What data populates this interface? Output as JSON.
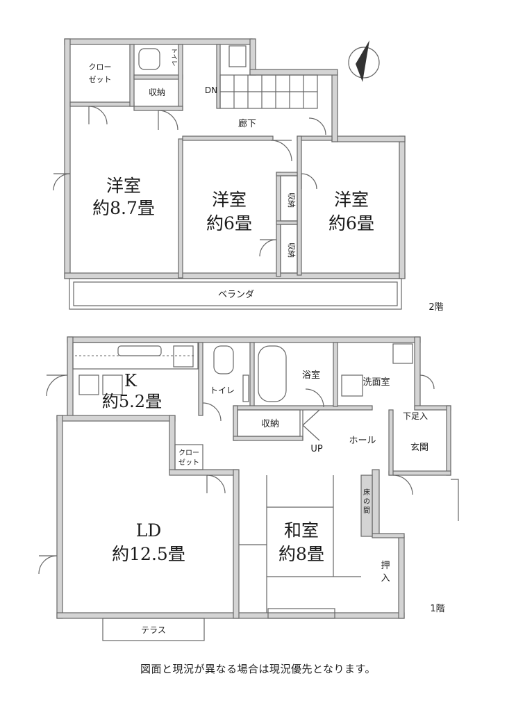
{
  "floor2": {
    "floor_label": "2階",
    "rooms": {
      "closet": [
        "クロー",
        "ゼット"
      ],
      "storage_top": "収納",
      "toilet": "トイレ",
      "down": "DN",
      "hallway": "廊下",
      "west_room": [
        "洋室",
        "約8.7畳"
      ],
      "middle_room": [
        "洋室",
        "約6畳"
      ],
      "east_room": [
        "洋室",
        "約6畳"
      ],
      "storage_mid_upper": "収納",
      "storage_mid_lower": "収納",
      "veranda": "ベランダ"
    }
  },
  "floor1": {
    "floor_label": "1階",
    "rooms": {
      "kitchen": [
        "K",
        "約5.2畳"
      ],
      "toilet": "トイレ",
      "bath": "浴室",
      "washroom": "洗面室",
      "storage": "収納",
      "shoe_storage": "下足入",
      "closet": [
        "クロー",
        "ゼット"
      ],
      "up": "UP",
      "hall": "ホール",
      "entrance": "玄関",
      "alcove": [
        "床",
        "の",
        "間"
      ],
      "living_dining": [
        "LD",
        "約12.5畳"
      ],
      "japanese_room": [
        "和室",
        "約8畳"
      ],
      "oshiire": [
        "押",
        "入"
      ],
      "terrace": "テラス"
    }
  },
  "note": "図面と現況が異なる場合は現況優先となります。"
}
